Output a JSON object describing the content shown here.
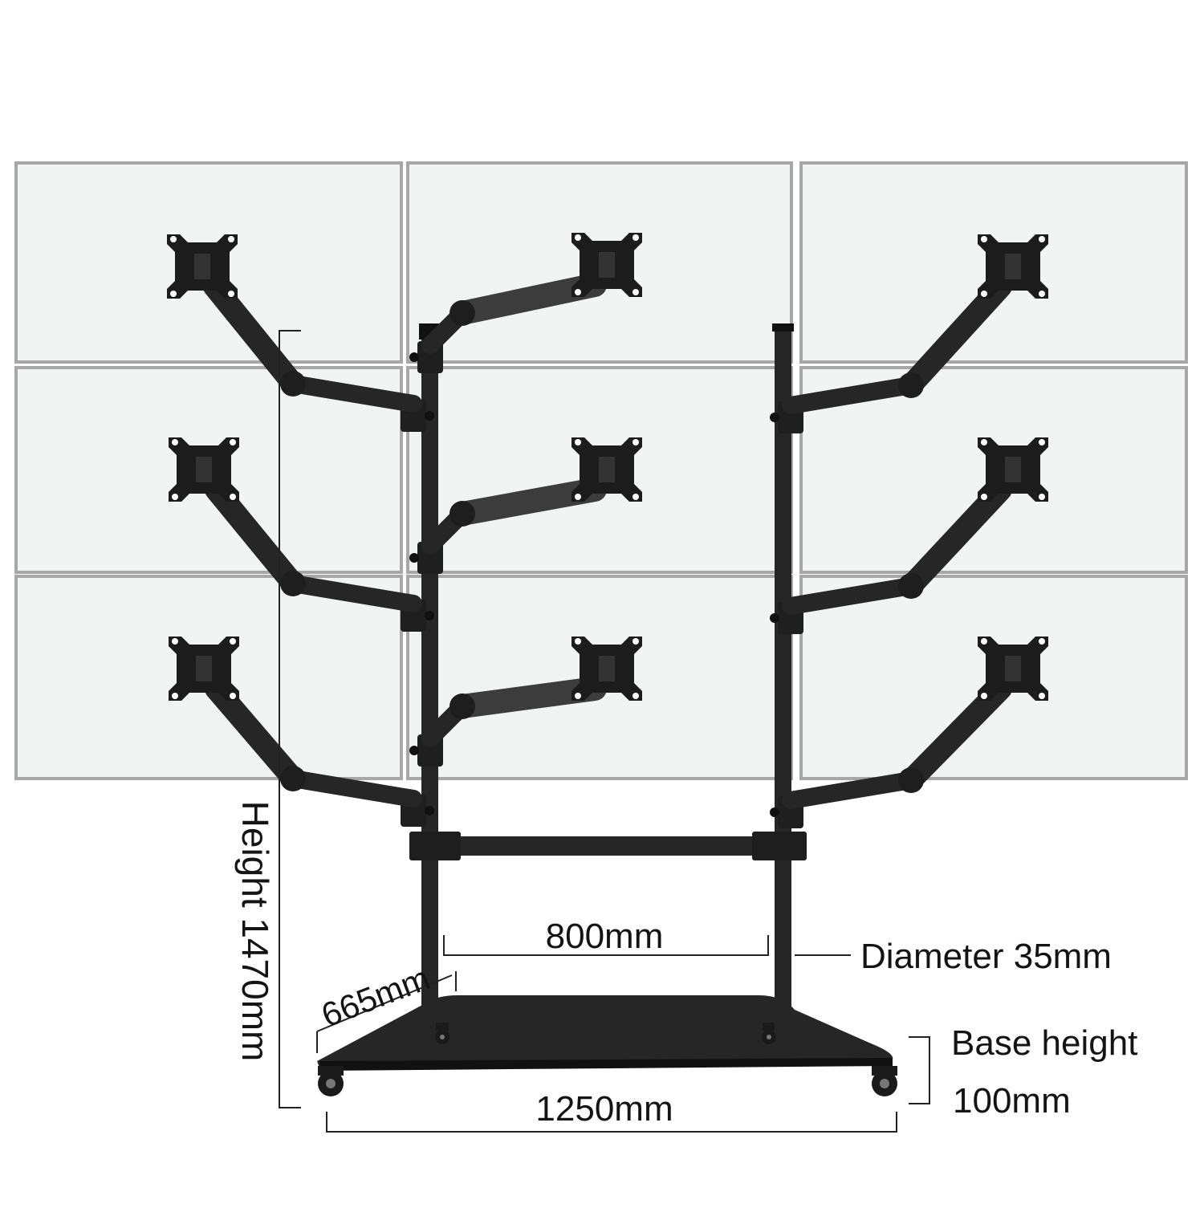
{
  "product": {
    "screens": {
      "rows": 3,
      "columns": 3
    },
    "colors": {
      "background": "#ffffff",
      "screen_fill": "#f1f4f3",
      "screen_frame": "#a7a7a7",
      "metal": "#262626",
      "dimension_line": "#222222",
      "text": "#141414"
    }
  },
  "dimensions": {
    "height_label": "Height 1470mm",
    "depth_label": "665mm",
    "pole_spacing_label": "800mm",
    "width_label": "1250mm",
    "pole_diameter_label": "Diameter 35mm",
    "base_height_line1": "Base height",
    "base_height_line2": "100mm"
  }
}
